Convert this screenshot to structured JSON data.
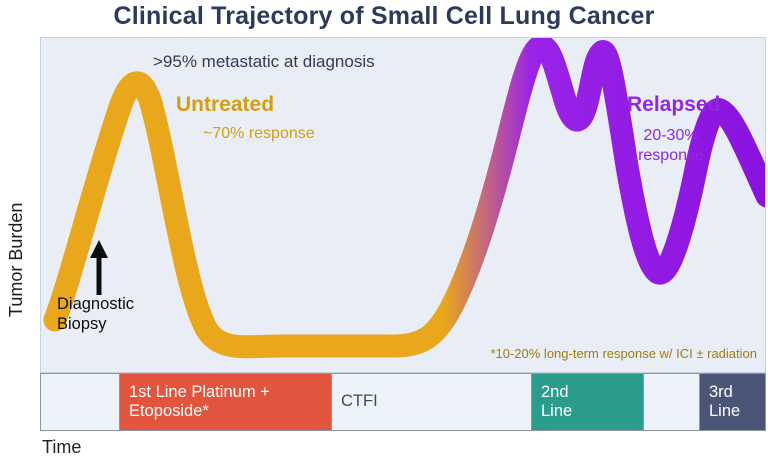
{
  "title": "Clinical Trajectory of Small Cell Lung Cancer",
  "y_axis_label": "Tumor Burden",
  "x_axis_label": "Time",
  "annotations": {
    "diagnosis_note": ">95% metastatic at diagnosis",
    "untreated": {
      "label": "Untreated",
      "response": "~70% response"
    },
    "relapsed": {
      "label": "Relapsed",
      "response_line1": "20-30%",
      "response_line2": "response"
    },
    "biopsy": {
      "line1": "Diagnostic",
      "line2": "Biopsy"
    },
    "footnote": "*10-20% long-term response w/ ICI ± radiation"
  },
  "timeline": {
    "segments": [
      {
        "label": "",
        "lines": []
      },
      {
        "label": "1st Line Platinum + Etoposide*",
        "lines": [
          "1st Line Platinum +",
          "Etoposide*"
        ]
      },
      {
        "label": "CTFI",
        "lines": [
          "CTFI"
        ]
      },
      {
        "label": "2nd Line",
        "lines": [
          "2nd",
          "Line"
        ]
      },
      {
        "label": "",
        "lines": []
      },
      {
        "label": "3rd Line",
        "lines": [
          "3rd",
          "Line"
        ]
      }
    ]
  },
  "colors": {
    "title_text": "#2e3a59",
    "untreated_text": "#d39e0f",
    "relapsed_text": "#9128e0",
    "band_gold": "#e9a71b",
    "band_purple": "#9a23e8",
    "plot_background": "#e9eef6",
    "first_line_segment": "#e2543e",
    "second_line_segment": "#2a9d8d",
    "third_line_segment": "#4a5577",
    "footnote_text": "#a07d0b"
  }
}
